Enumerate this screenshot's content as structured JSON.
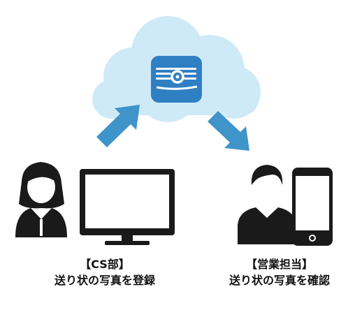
{
  "left_actor": {
    "title": "【CS部】",
    "description": "送り状の写真を登録"
  },
  "right_actor": {
    "title": "【営業担当】",
    "description": "送り状の写真を確認"
  },
  "colors": {
    "cloud": "#cfeaf7",
    "arrow": "#3f94c9",
    "app_icon": "#2f7fc3",
    "figure": "#1a1a1a"
  },
  "icons": [
    "cloud",
    "app-icon",
    "upload-arrow",
    "download-arrow",
    "woman-avatar",
    "monitor",
    "man-avatar",
    "smartphone"
  ]
}
